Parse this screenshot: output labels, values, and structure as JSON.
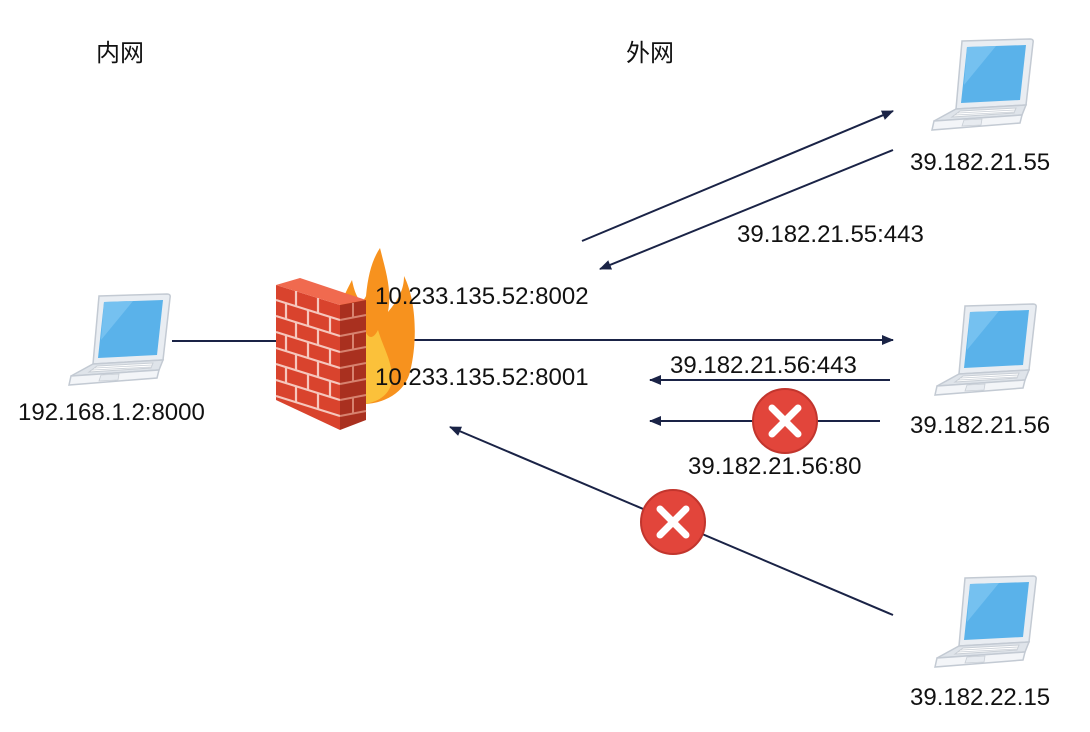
{
  "zones": {
    "inner": "内网",
    "outer": "外网"
  },
  "hosts": {
    "internal": "192.168.1.2:8000",
    "ext_a": "39.182.21.55",
    "ext_b": "39.182.21.56",
    "ext_c": "39.182.22.15"
  },
  "nat": {
    "port_a": "10.233.135.52:8002",
    "port_b": "10.233.135.52:8001"
  },
  "flows": {
    "reply_a": "39.182.21.55:443",
    "reply_b": "39.182.21.56:443",
    "blocked_b": "39.182.21.56:80"
  },
  "icons": {
    "laptop": "laptop-icon",
    "firewall": "firewall-icon",
    "blocked": "blocked-x-icon"
  },
  "colors": {
    "line": "#1a2346",
    "brick": "#d9432d",
    "flame": "#f7921e",
    "blocked": "#e2453b",
    "screen": "#5ab2ea"
  }
}
